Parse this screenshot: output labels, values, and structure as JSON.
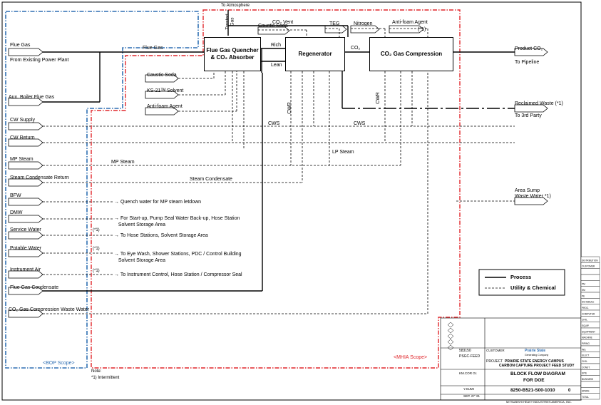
{
  "units": {
    "quencher": "Flue Gas Quencher\n& CO₂ Absorber",
    "regenerator": "Regenerator",
    "compression": "CO₂ Gas Compression"
  },
  "top_labels": {
    "to_atmosphere": "To Atmosphere",
    "co2_vent": "CO₂ Vent",
    "treated_gas": "Treated\nGas",
    "caustic_soda": "Caustic Soda",
    "teg": "TEG",
    "nitrogen": "Nitrogen",
    "antifoam": "Anti-foam Agent",
    "antifoam_note": "(*1)",
    "rich": "Rich",
    "lean": "Lean",
    "co2": "CO₂",
    "cwr1": "CWR",
    "cwr2": "CWR",
    "cws1": "CWS",
    "cws2": "CWS",
    "lp_steam": "LP Steam"
  },
  "left_inputs": [
    {
      "label": "Flue Gas",
      "sub": "From Existing Power Plant"
    },
    {
      "label": "Aux. Boiler Flue Gas",
      "sub": ""
    },
    {
      "label": "CW Supply",
      "sub": ""
    },
    {
      "label": "CW Return",
      "sub": ""
    },
    {
      "label": "MP Steam",
      "sub": ""
    },
    {
      "label": "Steam Condensate Return",
      "sub": ""
    },
    {
      "label": "BFW",
      "sub": ""
    },
    {
      "label": "DMW",
      "sub": ""
    },
    {
      "label": "Service Water",
      "sub": ""
    },
    {
      "label": "Potable Water",
      "sub": ""
    },
    {
      "label": "Instrument Air",
      "sub": ""
    },
    {
      "label": "Flue Gas Condensate",
      "sub": ""
    },
    {
      "label": "CO₂ Gas Compression Waste Water",
      "sub": ""
    }
  ],
  "mid_labels": {
    "flue_gas": "Flue Gas",
    "caustic_soda": "Caustic Soda",
    "ks21": "KS-21ᵀᴹ Solvent",
    "antifoam": "Anti-foam Agent",
    "cws_line": "CWS",
    "mp_steam": "MP Steam",
    "steam_condensate": "Steam Condensate"
  },
  "utility_notes": [
    {
      "text": "→ Quench water for MP steam letdown",
      "flag": ""
    },
    {
      "text": "→ For Start-up, Pump Seal Water Back-up, Hose Station\n   Solvent Storage Area",
      "flag": ""
    },
    {
      "text": "→ To Hose Stations, Solvent Storage Area",
      "flag": "(*1)"
    },
    {
      "text": "→ To Eye Wash, Shower Stations, PDC / Control Building\n   Solvent Storage Area",
      "flag": "(*1)"
    },
    {
      "text": "→ To Instrument Control, Hose Station / Compressor Seal",
      "flag": "(*1)"
    }
  ],
  "outputs": [
    {
      "label": "Product CO₂",
      "sub": "To Pipeline"
    },
    {
      "label": "Reclaimed Waste (*1)",
      "sub": "To 3rd Party"
    },
    {
      "label": "Area Sump\nWaste Water *1)",
      "sub": ""
    }
  ],
  "legend": {
    "process": "Process",
    "utility": "Utility & Chemical"
  },
  "scopes": {
    "bop": "<BOP Scope>",
    "mhia": "<MHIA Scope>"
  },
  "note": {
    "title": "Note:",
    "line1": "*1) Intermittent"
  },
  "title_block": {
    "order_no": "583150",
    "project_label": "PROJECT",
    "project_code": "PSGC-FEED",
    "customer_label": "CUSTOMER",
    "customer_logo": "Prairie State",
    "customer_sub": "Generating Company",
    "project_line1": "PRAIRIE STATE ENERGY CAMPUS",
    "project_line2": "CARBON CAPTURE PROJECT FEED STUDY",
    "section": "KM.COR Gr.",
    "drawing_title1": "BLOCK FLOW DIAGRAM",
    "drawing_title2": "FOR DOE",
    "dwg_no": "8250-B521-S00-1010",
    "rev": "0",
    "drawn": "Y.SUMI",
    "date": "SEP. 27 '21",
    "company": "MITSUBISHI HEAVY INDUSTRIES AMERICA, INC."
  },
  "distribution": [
    "DISTRIBUTION",
    "CUSTOMER",
    "",
    "",
    "PM",
    "EM",
    "PE",
    "SCHEDULE",
    "PROC.",
    "COMPUTER",
    "CIVIL",
    "EQUIP.",
    "EQUIPMENT",
    "MACHINE",
    "PIPING",
    "INS.",
    "ELECT.",
    "CIVIL",
    "CONST.",
    "SITE",
    "BUSINESS",
    "",
    "SPARE",
    "TOTAL"
  ]
}
